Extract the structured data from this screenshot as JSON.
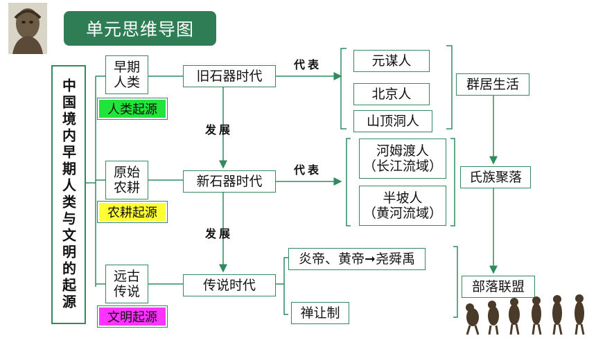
{
  "title": "单元思维导图",
  "main_topic": "中国境内早期人类与文明的起源",
  "left_labels": {
    "early_humans": "早期\n人类",
    "agriculture": "原始\n农耕",
    "legend": "远古\n传说"
  },
  "origin_tags": {
    "human": {
      "text": "人类起源",
      "color": "#22e33a"
    },
    "farming": {
      "text": "农耕起源",
      "color": "#ffff33"
    },
    "civilization": {
      "text": "文明起源",
      "color": "#ff33ff"
    }
  },
  "eras": {
    "paleolithic": "旧石器时代",
    "neolithic": "新石器时代",
    "legendary": "传说时代"
  },
  "connectors": {
    "represent_1": "代表",
    "represent_2": "代表",
    "develop_1": "发展",
    "develop_2": "发展"
  },
  "examples": {
    "yuanmou": "元谋人",
    "beijing": "北京人",
    "shanding": "山顶洞人",
    "hemudu": "河姆渡人\n（长江流域）",
    "banpo": "半坡人\n（黄河流域）",
    "emperors": "炎帝、黄帝➞尧舜禹",
    "abdication": "禅让制"
  },
  "society": {
    "group": "群居生活",
    "clan": "氏族聚落",
    "tribe": "部落联盟"
  },
  "colors": {
    "accent": "#2e7d54",
    "border": "#2f8a5e"
  }
}
